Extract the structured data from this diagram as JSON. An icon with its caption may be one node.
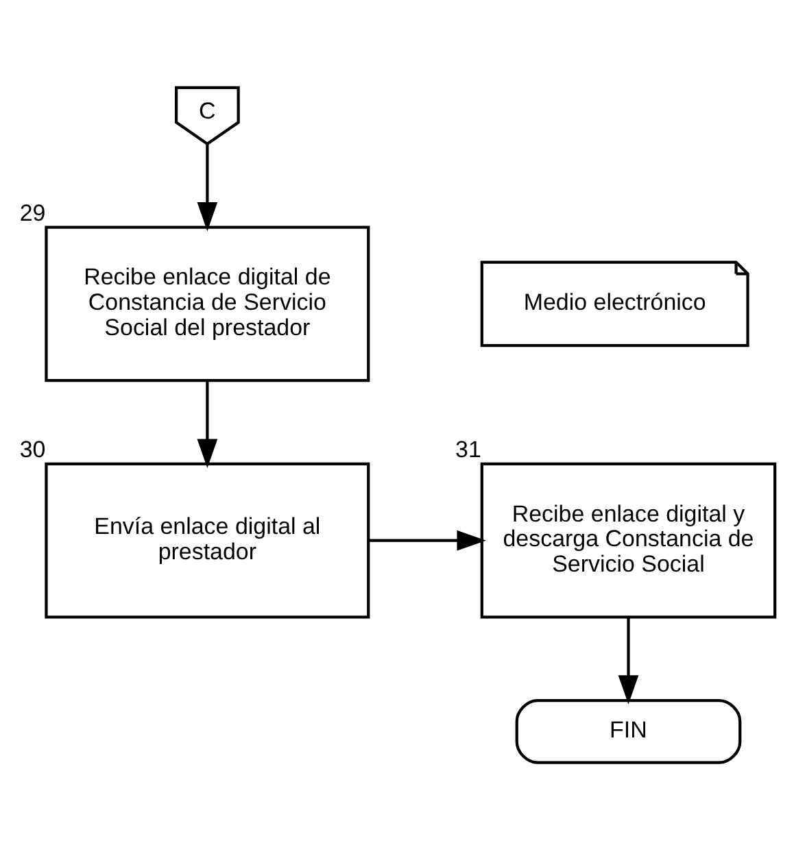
{
  "diagram": {
    "nodes": [
      {
        "text": [
          "C"
        ]
      },
      {
        "text": [
          "Recibe enlace digital de Constancia de Servicio Social del prestador"
        ],
        "beside": [
          "29"
        ]
      },
      {
        "text": [
          "Medio electrónico"
        ]
      },
      {
        "text": [
          "Envía enlace digital al prestador"
        ],
        "beside": [
          "30"
        ]
      },
      {
        "text": [
          "Recibe enlace digital y descarga Constancia de Servicio Social"
        ],
        "beside": [
          "31"
        ]
      },
      {
        "text": [
          "FIN"
        ]
      }
    ],
    "edges": [
      {
        "from": 0,
        "to": 1,
        "arrow": "to"
      },
      {
        "from": 1,
        "to": 3,
        "arrow": "to"
      },
      {
        "from": 3,
        "to": 4,
        "arrow": "to"
      },
      {
        "from": 4,
        "to": 5,
        "arrow": "to"
      }
    ]
  }
}
